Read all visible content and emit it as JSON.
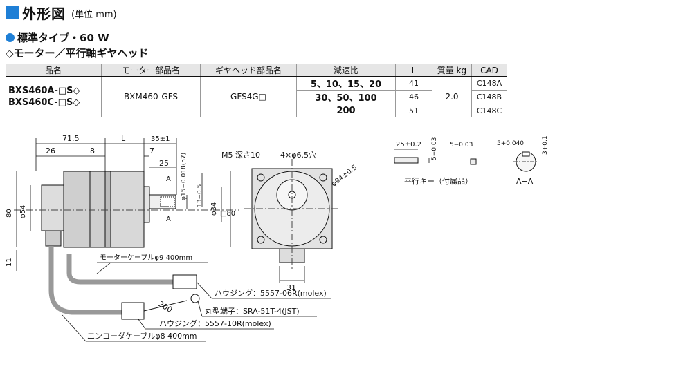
{
  "heading": {
    "title": "外形図",
    "unit": "(単位 mm)",
    "accent": "#1e7fd6"
  },
  "subheading": {
    "line1": "標準タイプ・60 W",
    "line2": "◇モーター／平行軸ギヤヘッド"
  },
  "table": {
    "headers": [
      "品名",
      "モーター部品名",
      "ギヤヘッド部品名",
      "減速比",
      "L",
      "質量 kg",
      "CAD"
    ],
    "models": [
      "BXS460A-□S◇",
      "BXS460C-□S◇"
    ],
    "motor": "BXM460-GFS",
    "gearhead": "GFS4G□",
    "mass": "2.0",
    "rows": [
      {
        "ratio": "5、10、15、20",
        "L": "41",
        "cad": "C148A"
      },
      {
        "ratio": "30、50、100",
        "L": "46",
        "cad": "C148B"
      },
      {
        "ratio": "200",
        "L": "51",
        "cad": "C148C"
      }
    ]
  },
  "drawing": {
    "dims": {
      "d71_5": "71.5",
      "dL": "L",
      "d35": "35±1",
      "d26": "26",
      "d8": "8",
      "d7": "7",
      "d25": "25",
      "phi15": "φ15−0.018(h7)",
      "d13": "13−0.5",
      "phi34": "φ34",
      "phi54": "φ54",
      "d80": "80",
      "d11": "11",
      "sq80": "□80",
      "d31": "31",
      "secA1": "A",
      "secA2": "A",
      "d200": "200",
      "phi94": "φ94±0.5"
    },
    "labels": {
      "m5": "M5 深さ10",
      "holes": "4×φ6.5穴",
      "motor_cable": "モーターケーブルφ9  400mm",
      "housing6": "ハウジング：5557-06R(molex)",
      "terminal": "丸型端子：SRA-51T-4(JST)",
      "housing10": "ハウジング：5557-10R(molex)",
      "enc_cable": "エンコーダケーブルφ8  400mm"
    },
    "key": {
      "d25": "25±0.2",
      "d5a": "5−0.03",
      "d5b": "5−0.03",
      "d5c": "5+0.040",
      "d3": "3+0.1",
      "label": "平行キー（付属品）",
      "section": "A−A"
    }
  }
}
